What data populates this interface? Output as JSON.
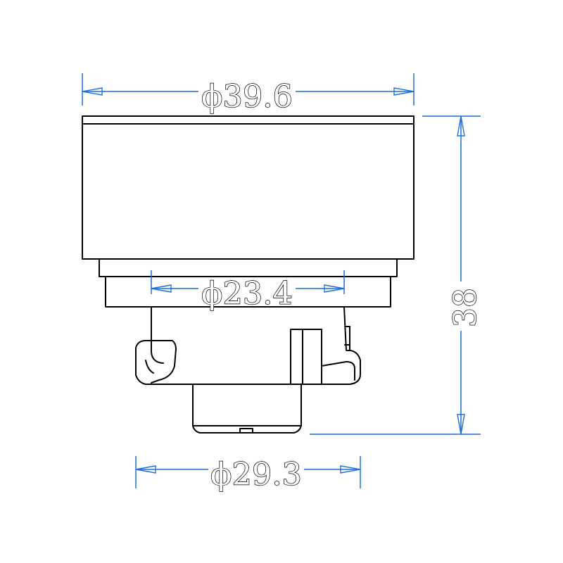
{
  "dimensions": {
    "top_diameter": "ϕ39.6",
    "middle_diameter": "ϕ23.4",
    "bottom_diameter": "ϕ29.3",
    "height": "38"
  },
  "colors": {
    "dimension_line": "#1E6FD9",
    "outline": "#000000",
    "background": "#FFFFFF"
  }
}
